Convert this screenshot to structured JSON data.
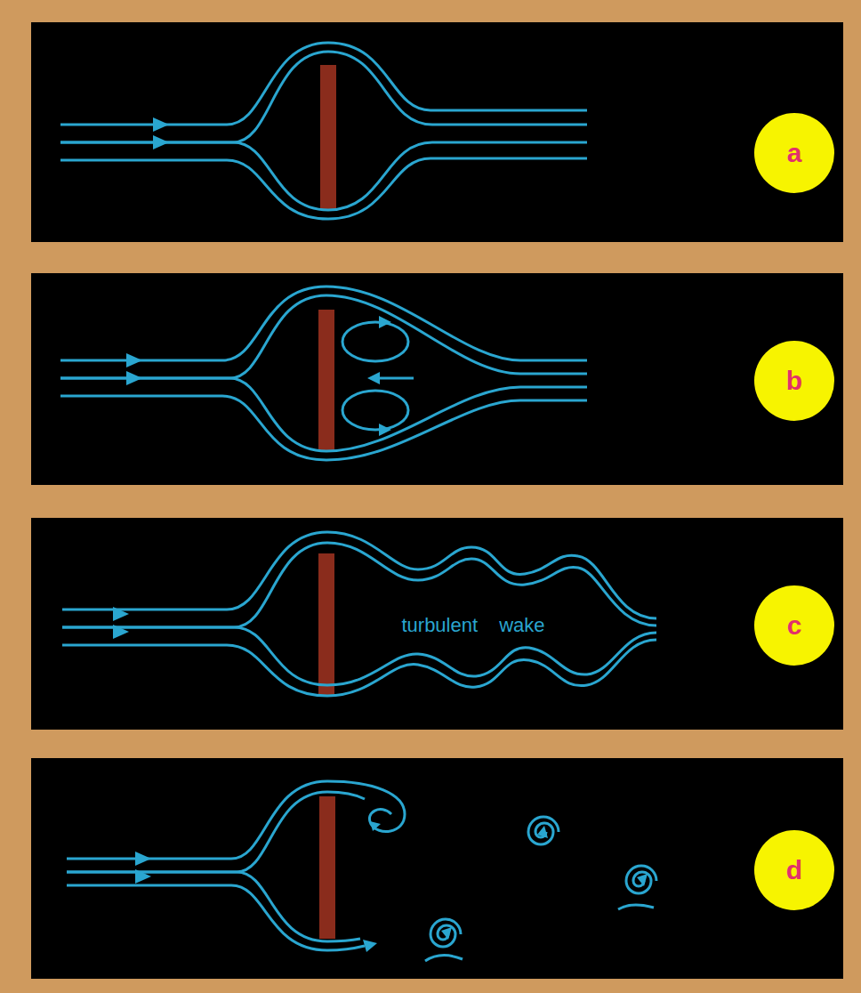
{
  "diagram": {
    "nodes": [
      {
        "text": [
          "a"
        ]
      },
      {
        "text": [
          "b"
        ]
      },
      {
        "text": [
          "c"
        ]
      },
      {
        "text": [
          "d"
        ]
      }
    ],
    "labels": [
      "turbulent wake"
    ]
  }
}
